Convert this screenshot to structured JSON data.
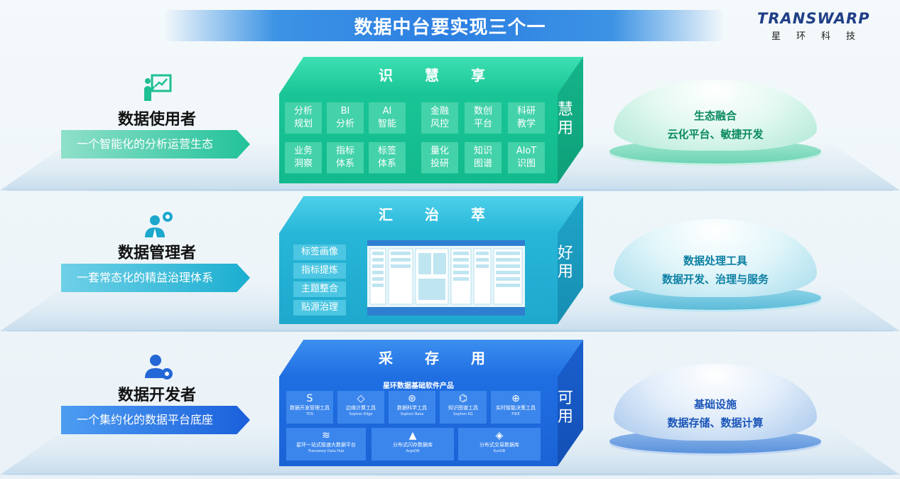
{
  "header": {
    "title": "数据中台要实现三个一",
    "logo_en": "TRANSWARP",
    "logo_cn": "星环科技"
  },
  "colors": {
    "green": "#19c596",
    "cyan": "#27b6d8",
    "blue": "#1f6ee2",
    "logo": "#1f3f86"
  },
  "layers": [
    {
      "role": "数据使用者",
      "banner": "一个智能化的分析运营生态",
      "icon": "analyst-whiteboard-icon",
      "head": [
        "识",
        "慧",
        "享"
      ],
      "side": [
        "慧",
        "用"
      ],
      "tiles_left": [
        [
          "分析",
          "规划"
        ],
        [
          "BI",
          "分析"
        ],
        [
          "AI",
          "智能"
        ],
        [
          "业务",
          "洞察"
        ],
        [
          "指标",
          "体系"
        ],
        [
          "标签",
          "体系"
        ]
      ],
      "tiles_right": [
        [
          "金融",
          "风控"
        ],
        [
          "数创",
          "平台"
        ],
        [
          "科研",
          "教学"
        ],
        [
          "量化",
          "投研"
        ],
        [
          "知识",
          "图谱"
        ],
        [
          "AIoT",
          "识图"
        ]
      ],
      "disk_line1": "生态融合",
      "disk_line2": "云化平台、敏捷开发"
    },
    {
      "role": "数据管理者",
      "banner": "一套常态化的精益治理体系",
      "icon": "manager-chat-icon",
      "head": [
        "汇",
        "治",
        "萃"
      ],
      "side": [
        "好",
        "用"
      ],
      "chips": [
        "标签画像",
        "指标提炼",
        "主题整合",
        "贴源治理"
      ],
      "disk_line1": "数据处理工具",
      "disk_line2": "数据开发、治理与服务"
    },
    {
      "role": "数据开发者",
      "banner": "一个集约化的数据平台底座",
      "icon": "developer-gear-icon",
      "head": [
        "采",
        "存",
        "用"
      ],
      "side": [
        "可",
        "用"
      ],
      "products_title": "星环数据基础软件产品",
      "products_row1": [
        {
          "name": "数据开发管理工具",
          "sub": "TDS",
          "icon": "S"
        },
        {
          "name": "边缘计算工具",
          "sub": "Sophon Edge",
          "icon": "◇"
        },
        {
          "name": "数据科学工具",
          "sub": "Sophon Base",
          "icon": "⊛"
        },
        {
          "name": "知识图谱工具",
          "sub": "Sophon KG",
          "icon": "⌬"
        },
        {
          "name": "实时智能决策工具",
          "sub": "FIDE",
          "icon": "⊕"
        }
      ],
      "products_row2": [
        {
          "name": "星环一站式极速大数据平台",
          "sub": "Transwarp Data Hub",
          "icon": "≋"
        },
        {
          "name": "分布式闪存数据库",
          "sub": "ArgoDB",
          "icon": "▲"
        },
        {
          "name": "分布式交易数据库",
          "sub": "KunDB",
          "icon": "◈"
        }
      ],
      "disk_line1": "基础设施",
      "disk_line2": "数据存储、数据计算"
    }
  ]
}
